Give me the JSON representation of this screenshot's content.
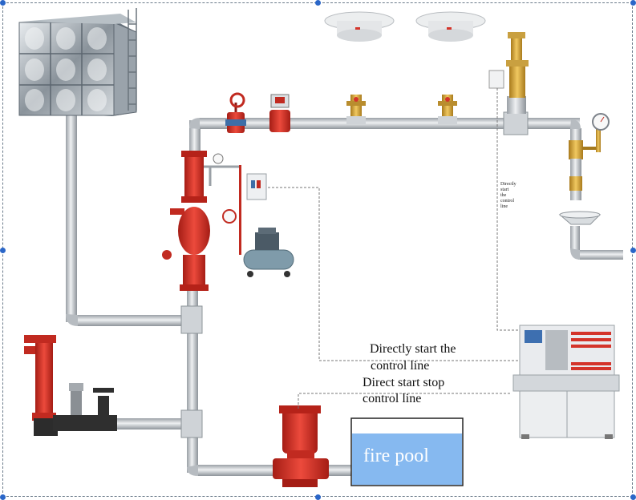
{
  "labels": {
    "control_line_1": "Directly start the",
    "control_line_2": "control line",
    "control_line_3": "Direct start stop",
    "control_line_4": "control line",
    "pool": "fire pool",
    "vertical_words": [
      "Directly",
      "start",
      "the",
      "control",
      "line"
    ]
  },
  "colors": {
    "pipe": "#c9cdd1",
    "valve_red": "#d63228",
    "pool_water": "#86b9f0",
    "panel": "#e9ebee",
    "selection_handle": "#2a66c8"
  }
}
